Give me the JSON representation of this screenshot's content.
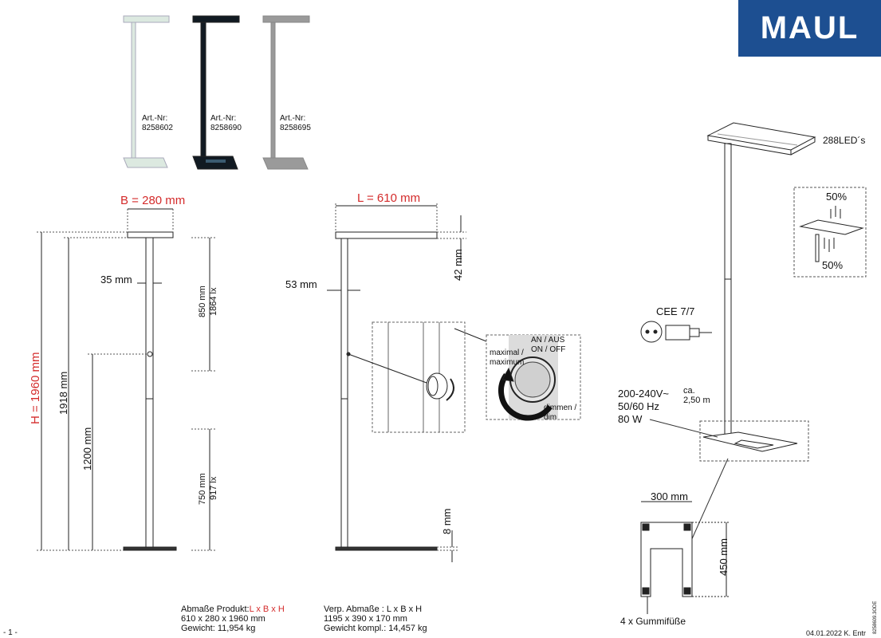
{
  "brand": {
    "logo_text": "MAUL",
    "color": "#1d4f91"
  },
  "products": [
    {
      "label": "Art.-Nr:",
      "number": "8258602",
      "color": "#dce9e0"
    },
    {
      "label": "Art.-Nr:",
      "number": "8258690",
      "color": "#111a22"
    },
    {
      "label": "Art.-Nr:",
      "number": "8258695",
      "color": "#9a9a9a"
    }
  ],
  "front_view": {
    "width": "B = 280 mm",
    "height": "H = 1960 mm",
    "h1918": "1918 mm",
    "h1200": "1200 mm",
    "pole": "35 mm",
    "upper_mm": "850 mm",
    "upper_lx": "1864 lx",
    "lower_mm": "750 mm",
    "lower_lx": "917 lx"
  },
  "side_view": {
    "length": "L = 610 mm",
    "head": "42 mm",
    "pole": "53 mm",
    "base": "8 mm"
  },
  "dimmer": {
    "on_off": "AN / AUS\nON / OFF",
    "max": "maximal /\nmaximum",
    "dim": "dimmen /\ndim"
  },
  "right": {
    "leds": "288LED´s",
    "up": "50%",
    "down": "50%",
    "plug": "CEE 7/7",
    "power": "200-240V~\n50/60 Hz\n80 W",
    "cable": "ca.\n2,50 m",
    "foot_w": "300 mm",
    "foot_h": "450 mm",
    "feet": "4 x Gummifüße"
  },
  "footer": {
    "product_dims_label": "Abmaße Produkt:",
    "product_dims_formula": "L x B x H",
    "product_dims": "610 x 280 x 1960 mm",
    "weight": "Gewicht: 11,954 kg",
    "pack_label": "Verp. Abmaße  : L x B x H",
    "pack_dims": "1195 x 390 x 170 mm",
    "pack_weight": "Gewicht kompl.: 14,457 kg",
    "page": "- 1 -",
    "date": "04.01.2022  K. Entr",
    "code": "8258609.3ODE"
  }
}
